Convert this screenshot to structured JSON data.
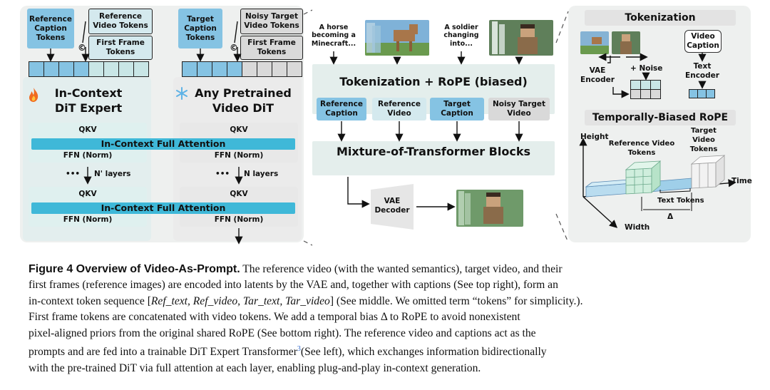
{
  "left": {
    "expert": {
      "caption_tokens": "Reference Caption Tokens",
      "video_tokens": "Reference Video Tokens",
      "first_frame_tokens": "First Frame Tokens",
      "title": "In-Context DiT Expert",
      "title_icon": "fire-icon",
      "layers_label": "N' layers"
    },
    "pretrained": {
      "caption_tokens": "Target Caption Tokens",
      "video_tokens": "Noisy Target Video Tokens",
      "first_frame_tokens": "First Frame Tokens",
      "title": "Any Pretrained Video DiT",
      "title_icon": "snowflake-icon",
      "layers_label": "N layers"
    },
    "qkv": "QKV",
    "ffn": "FFN (Norm)",
    "full_attention": "In-Context Full Attention",
    "dots": "•••",
    "concat_symbol": "©"
  },
  "middle": {
    "prompt_ref": "A horse becoming a Minecraft...",
    "prompt_target": "A soldier changing into...",
    "tokenization_title": "Tokenization + RoPE (biased)",
    "inputs": [
      "Reference Caption",
      "Reference Video",
      "Target Caption",
      "Noisy Target Video"
    ],
    "mot_blocks": "Mixture-of-Transformer Blocks",
    "vae_decoder": "VAE Decoder"
  },
  "right": {
    "tokenization_title": "Tokenization",
    "video_caption": "Video Caption",
    "noise": "+ Noise",
    "vae_encoder": "VAE Encoder",
    "text_encoder": "Text Encoder",
    "rope_title": "Temporally-Biased RoPE",
    "height": "Height",
    "width": "Width",
    "time": "Time",
    "ref_video_tokens": "Reference Video Tokens",
    "target_video_tokens": "Target Video Tokens",
    "text_tokens": "Text Tokens",
    "delta": "Δ"
  },
  "caption": {
    "figure_label": "Figure 4  Overview of Video-As-Prompt.",
    "line1": " The reference video (with the wanted semantics), target video, and their",
    "line2": "first frames (reference images) are encoded into latents by the VAE and, together with captions (See top right), form an",
    "line3_a": "in-context token sequence [",
    "line3_seq": "Ref_text, Ref_video, Tar_text, Tar_video",
    "line3_b": "] (See middle. We omitted term “tokens” for simplicity.).",
    "line4": "First frame tokens are concatenated with video tokens. We add a temporal bias Δ to RoPE to avoid nonexistent",
    "line5": "pixel-aligned priors from the original shared RoPE (See bottom right). The reference video and captions act as the",
    "line6_a": "prompts and are fed into a trainable DiT Expert Transformer",
    "line6_sup": "3",
    "line6_b": "(See left), which exchanges information bidirectionally",
    "line7": "with the pre-trained DiT via full attention at each layer, enabling plug-and-play in-context generation."
  },
  "colors": {
    "blue_token": "#85c3e3",
    "grey_token": "#d9d9d9",
    "attention": "#3fb8d8",
    "panel": "#eef0ef",
    "layer": "#dff0ef"
  }
}
